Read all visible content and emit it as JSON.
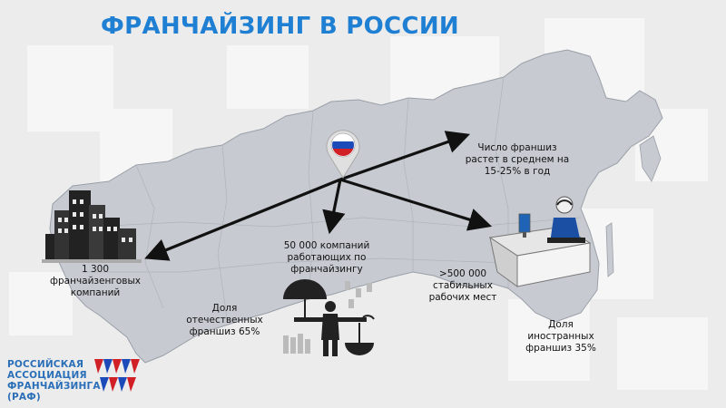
{
  "title": "ФРАНЧАЙЗИНГ В РОССИИ",
  "labels": {
    "companies": [
      "1 300",
      "франчайзенговых",
      "компаний"
    ],
    "workers": [
      "50 000 компаний",
      "работающих по",
      "франчайзингу"
    ],
    "growth": [
      "Число франшиз",
      "растет в среднем на",
      "15-25% в год"
    ],
    "jobs": [
      ">500 000",
      "стабильных",
      "рабочих мест"
    ],
    "domestic": [
      "Доля",
      "отечественных",
      "франшиз 65%"
    ],
    "foreign": [
      "Доля",
      "иностранных",
      "франшиз 35%"
    ]
  },
  "logo": {
    "lines": [
      "РОССИЙСКАЯ",
      "АССОЦИАЦИЯ",
      "ФРАНЧАЙЗИНГА",
      "(РАФ)"
    ]
  },
  "icons": [
    "russia-flag-map-pin-icon",
    "city-buildings-icon",
    "businessman-umbrella-icon",
    "office-desk-worker-icon",
    "raf-logo-icon"
  ]
}
